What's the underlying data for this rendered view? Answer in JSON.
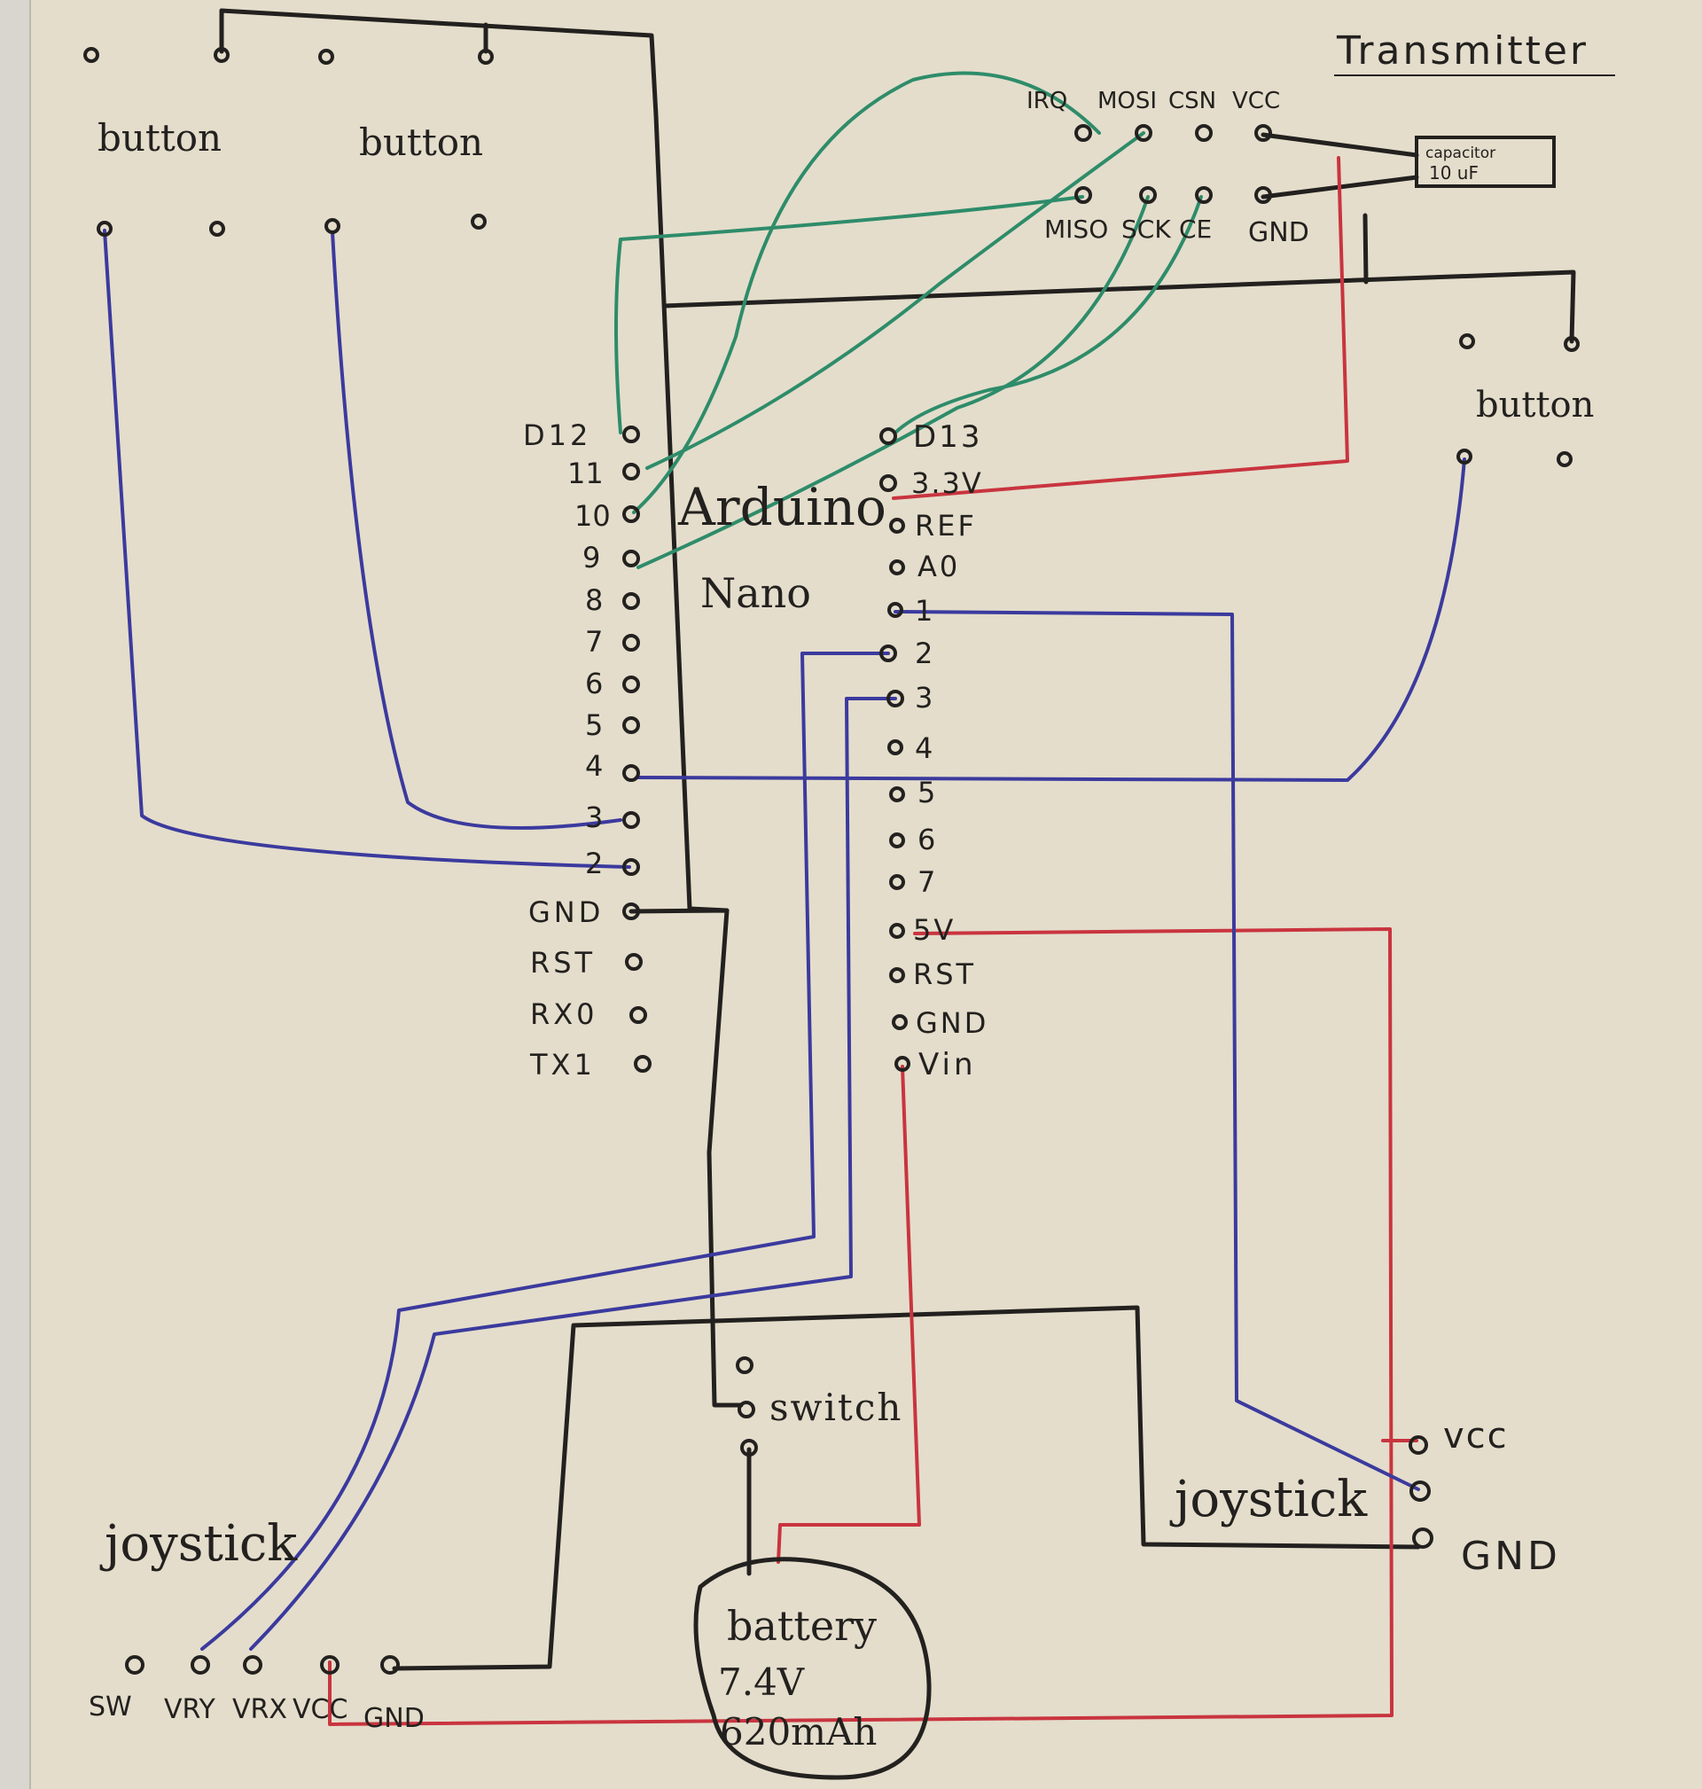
{
  "title": "Transmitter",
  "colors": {
    "paper": "#e4ddcb",
    "ink": "#23211f",
    "blue_wire": "#3b3a9e",
    "green_wire": "#2e8c6a",
    "red_wire": "#c9343f"
  },
  "buttons": {
    "button_1": "button",
    "button_2": "button",
    "button_3": "button"
  },
  "radio_module": {
    "top_pins": [
      "IRQ",
      "MOSI",
      "CSN",
      "VCC"
    ],
    "bottom_pins": [
      "MISO",
      "SCK",
      "CE",
      "GND"
    ]
  },
  "capacitor": {
    "line1": "capacitor",
    "line2": "10 uF"
  },
  "board": {
    "name_line1": "Arduino",
    "name_line2": "Nano",
    "left_pins": [
      "D12",
      "11",
      "10",
      "9",
      "8",
      "7",
      "6",
      "5",
      "4",
      "3",
      "2",
      "GND",
      "RST",
      "RX0",
      "TX1"
    ],
    "right_pins": [
      "D13",
      "3.3V",
      "REF",
      "A0",
      "1",
      "2",
      "3",
      "4",
      "5",
      "6",
      "7",
      "5V",
      "RST",
      "GND",
      "Vin"
    ]
  },
  "switch": {
    "label": "switch"
  },
  "battery": {
    "line1": "battery",
    "line2": "7.4V",
    "line3": "620mAh"
  },
  "joystick_left": {
    "label": "joystick",
    "pins": [
      "SW",
      "VRY",
      "VRX",
      "VCC",
      "GND"
    ]
  },
  "joystick_right": {
    "label": "joystick",
    "pin_vcc": "vcc",
    "pin_gnd": "GND"
  }
}
